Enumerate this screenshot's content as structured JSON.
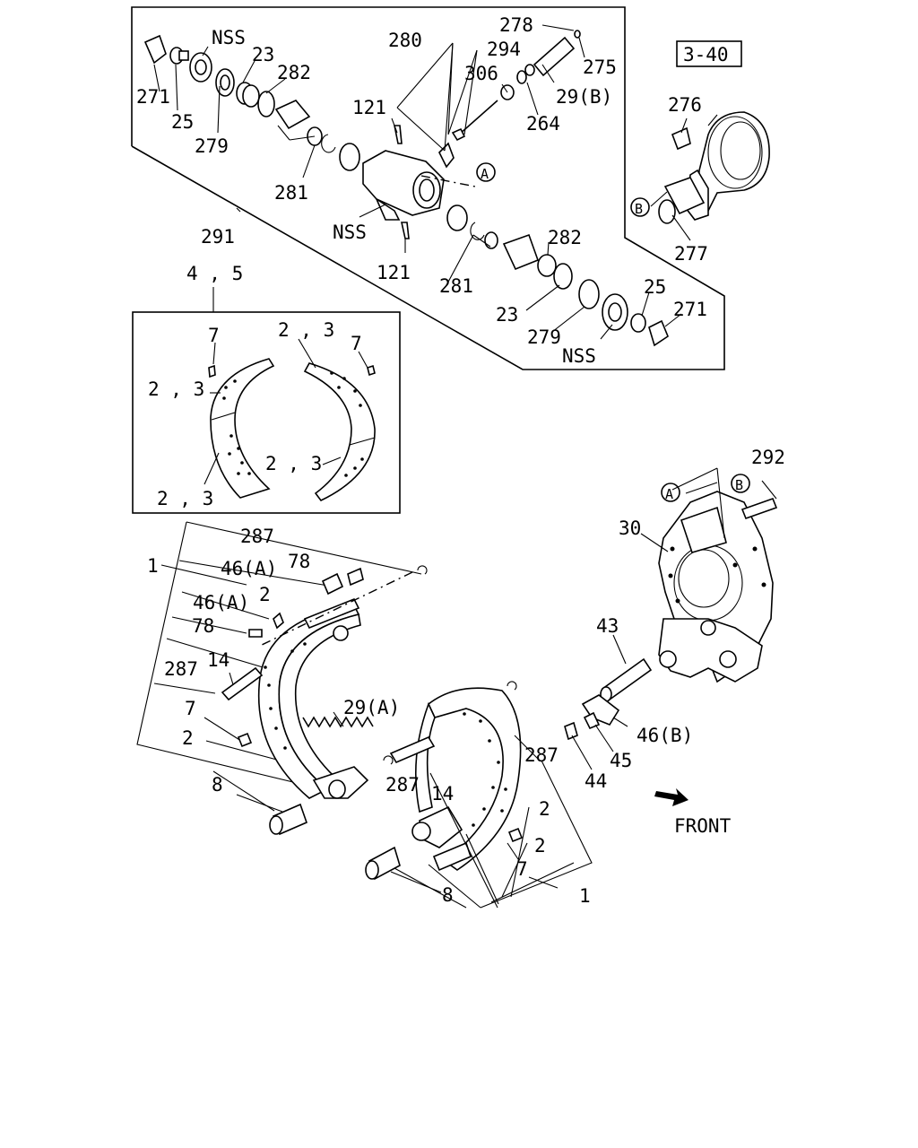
{
  "diagram": {
    "ref_box": "3-40",
    "front_label": "FRONT",
    "callouts": [
      "271",
      "25",
      "NSS",
      "23",
      "282",
      "279",
      "281",
      "NSS",
      "121",
      "121",
      "280",
      "294",
      "278",
      "275",
      "306",
      "29(B)",
      "264",
      "A",
      "291",
      "282",
      "281",
      "23",
      "279",
      "NSS",
      "25",
      "271",
      "276",
      "B",
      "277",
      "4 , 5",
      "7",
      "2 , 3",
      "2 , 3",
      "7",
      "2 , 3",
      "2 , 3",
      "287",
      "1",
      "46(A)",
      "78",
      "2",
      "46(A)",
      "78",
      "287",
      "14",
      "7",
      "2",
      "8",
      "29(A)",
      "287",
      "14",
      "8",
      "287",
      "2",
      "2",
      "7",
      "1",
      "292",
      "A",
      "B",
      "30",
      "43",
      "46(B)",
      "45",
      "44"
    ]
  }
}
